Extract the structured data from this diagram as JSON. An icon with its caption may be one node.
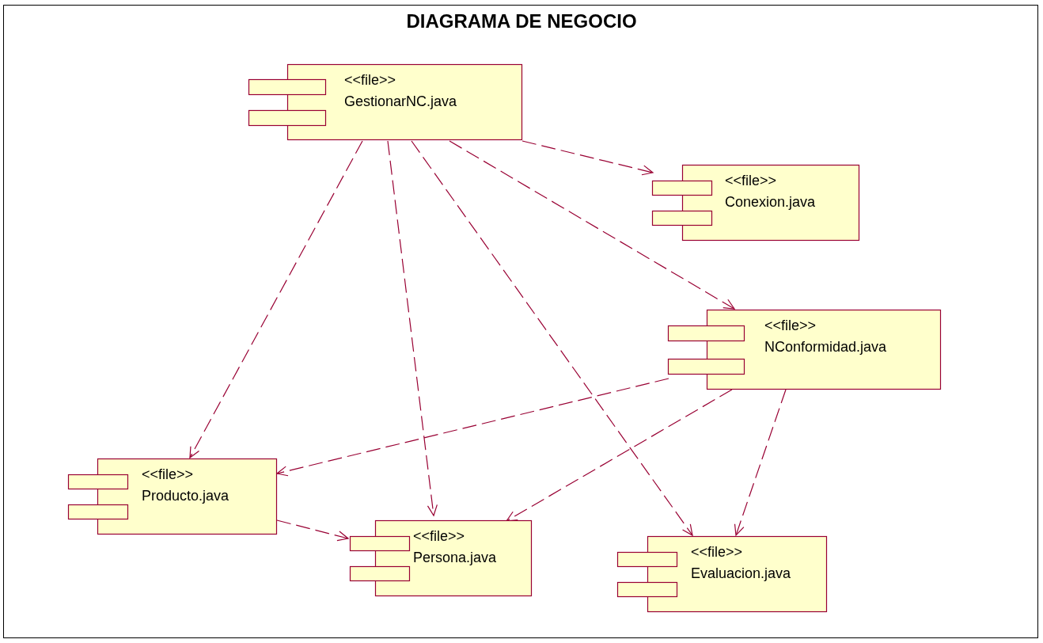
{
  "diagram": {
    "title": "DIAGRAMA DE NEGOCIO",
    "nodes": [
      {
        "text": [
          "<<file>>",
          "GestionarNC.java"
        ]
      },
      {
        "text": [
          "<<file>>",
          "Conexion.java"
        ]
      },
      {
        "text": [
          "<<file>>",
          "NConformidad.java"
        ]
      },
      {
        "text": [
          "<<file>>",
          "Producto.java"
        ]
      },
      {
        "text": [
          "<<file>>",
          "Persona.java"
        ]
      },
      {
        "text": [
          "<<file>>",
          "Evaluacion.java"
        ]
      }
    ],
    "edges": [
      {
        "from": 0,
        "to": 1,
        "arrow": "to",
        "style": "dashed"
      },
      {
        "from": 0,
        "to": 2,
        "arrow": "to",
        "style": "dashed"
      },
      {
        "from": 0,
        "to": 3,
        "arrow": "to",
        "style": "dashed"
      },
      {
        "from": 0,
        "to": 4,
        "arrow": "to",
        "style": "dashed"
      },
      {
        "from": 0,
        "to": 5,
        "arrow": "to",
        "style": "dashed"
      },
      {
        "from": 2,
        "to": 3,
        "arrow": "to",
        "style": "dashed"
      },
      {
        "from": 2,
        "to": 4,
        "arrow": "to",
        "style": "dashed"
      },
      {
        "from": 2,
        "to": 5,
        "arrow": "to",
        "style": "dashed"
      },
      {
        "from": 3,
        "to": 4,
        "arrow": "to",
        "style": "dashed"
      }
    ]
  }
}
